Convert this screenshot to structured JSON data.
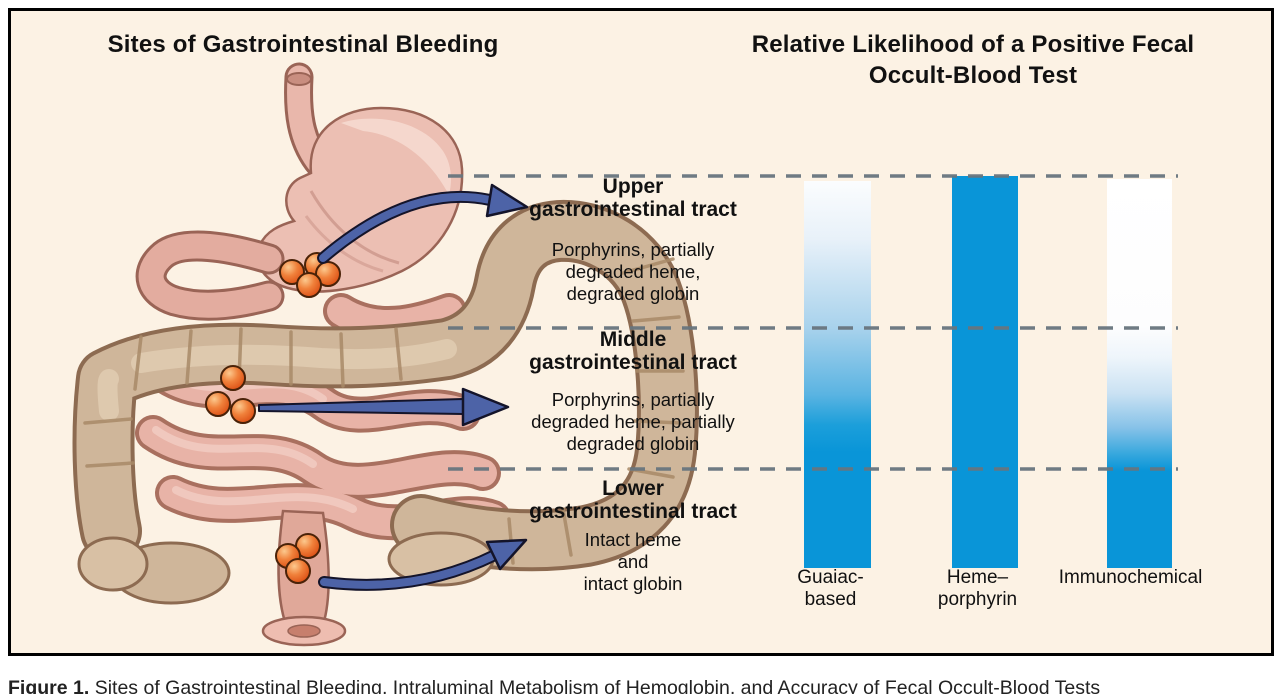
{
  "figure": {
    "left_panel_title": "Sites of Gastrointestinal Bleeding",
    "right_panel_title_line1": "Relative Likelihood of a Positive Fecal",
    "right_panel_title_line2": "Occult-Blood Test",
    "sections": [
      {
        "title_line1": "Upper",
        "title_line2": "gastrointestinal tract",
        "desc_line1": "Porphyrins, partially",
        "desc_line2": "degraded heme,",
        "desc_line3": "degraded globin"
      },
      {
        "title_line1": "Middle",
        "title_line2": "gastrointestinal tract",
        "desc_line1": "Porphyrins, partially",
        "desc_line2": "degraded heme, partially",
        "desc_line3": "degraded globin"
      },
      {
        "title_line1": "Lower",
        "title_line2": "gastrointestinal tract",
        "desc_line1": "Intact heme",
        "desc_line2": "and",
        "desc_line3": "intact globin"
      }
    ],
    "tests": [
      {
        "label_line1": "Guaiac-",
        "label_line2": "based",
        "bar_fill": "gradient white at top to solid blue at bottom"
      },
      {
        "label_line1": "Heme–",
        "label_line2": "porphyrin",
        "bar_fill": "solid blue full height"
      },
      {
        "label_line1": "Immunochemical",
        "label_line2": "",
        "bar_fill": "white upper region, gradient through middle, solid blue lower region"
      }
    ]
  },
  "caption": {
    "label": "Figure 1.",
    "text": " Sites of Gastrointestinal Bleeding, Intraluminal Metabolism of Hemoglobin, and Accuracy of Fecal Occult-Blood Tests"
  },
  "colors": {
    "background_cream": "#fcf2e4",
    "bar_blue": "#0995d8",
    "dashed_gray": "#68757e",
    "arrow_blue": "#4d63a7",
    "blood_cell_orange": "#e8561d",
    "anatomy_pink": "#ecbfb3",
    "anatomy_tan": "#cfb69a",
    "border_black": "#000000"
  }
}
